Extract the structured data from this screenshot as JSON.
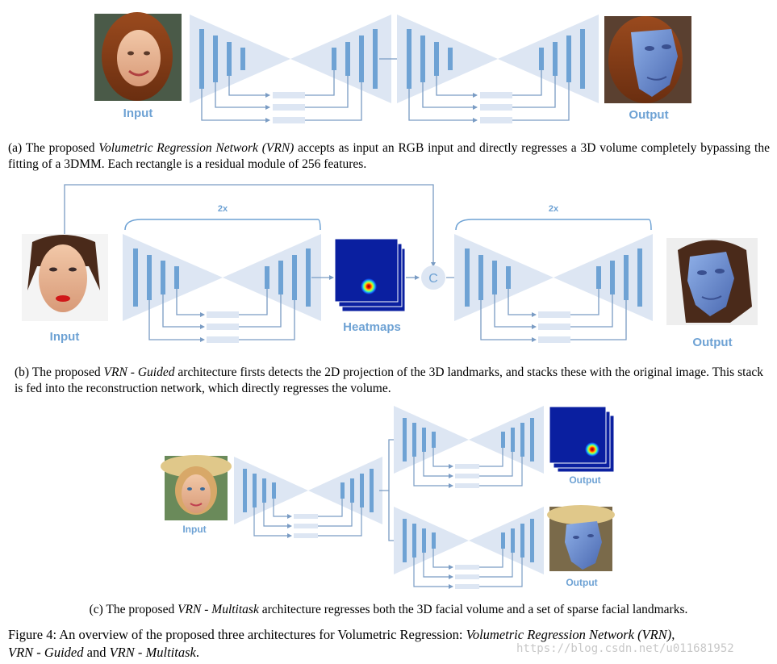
{
  "panels": {
    "a": {
      "input_label": "Input",
      "output_label": "Output",
      "caption": {
        "lead": "(a) The proposed ",
        "em": "Volumetric Regression Network (VRN)",
        "rest": " accepts as input an RGB input and directly regresses a 3D volume completely bypassing the fitting of a 3DMM. Each rectangle is a residual module of 256 features."
      }
    },
    "b": {
      "input_label": "Input",
      "output_label": "Output",
      "heatmaps_label": "Heatmaps",
      "repeat_label_1": "2x",
      "repeat_label_2": "2x",
      "concat_label": "C",
      "caption": {
        "lead": "(b) The proposed ",
        "em1": "VRN",
        "sep": " - ",
        "em2": "Guided",
        "rest": " architecture firsts detects the 2D projection of the 3D landmarks, and stacks these with the original image. This stack is fed into the reconstruction network, which directly regresses the volume."
      }
    },
    "c": {
      "input_label": "Input",
      "output_label_top": "Output",
      "output_label_bottom": "Output",
      "caption": {
        "lead": "(c) The proposed ",
        "em1": "VRN",
        "sep": " - ",
        "em2": "Multitask",
        "rest": " architecture regresses both the 3D facial volume and a set of sparse facial landmarks."
      }
    }
  },
  "figure_caption": {
    "lead": "Figure 4: An overview of the proposed three architectures for Volumetric Regression: ",
    "em1": "Volumetric Regression Network (VRN)",
    "comma": ",",
    "em2": "VRN",
    "sep1": " - ",
    "em3": "Guided",
    "and": " and ",
    "em4": "VRN",
    "sep2": " - ",
    "em5": "Multitask",
    "end": "."
  },
  "watermark": "https://blog.csdn.net/u011681952",
  "colors": {
    "block_fill": "#dde6f3",
    "bar_color": "#6ea2d4",
    "line_color": "#7a9cc4",
    "label_color": "#6ea2d4",
    "heatmap_bg": "#0a1fa0",
    "face_mesh": "#6f8fc9"
  }
}
